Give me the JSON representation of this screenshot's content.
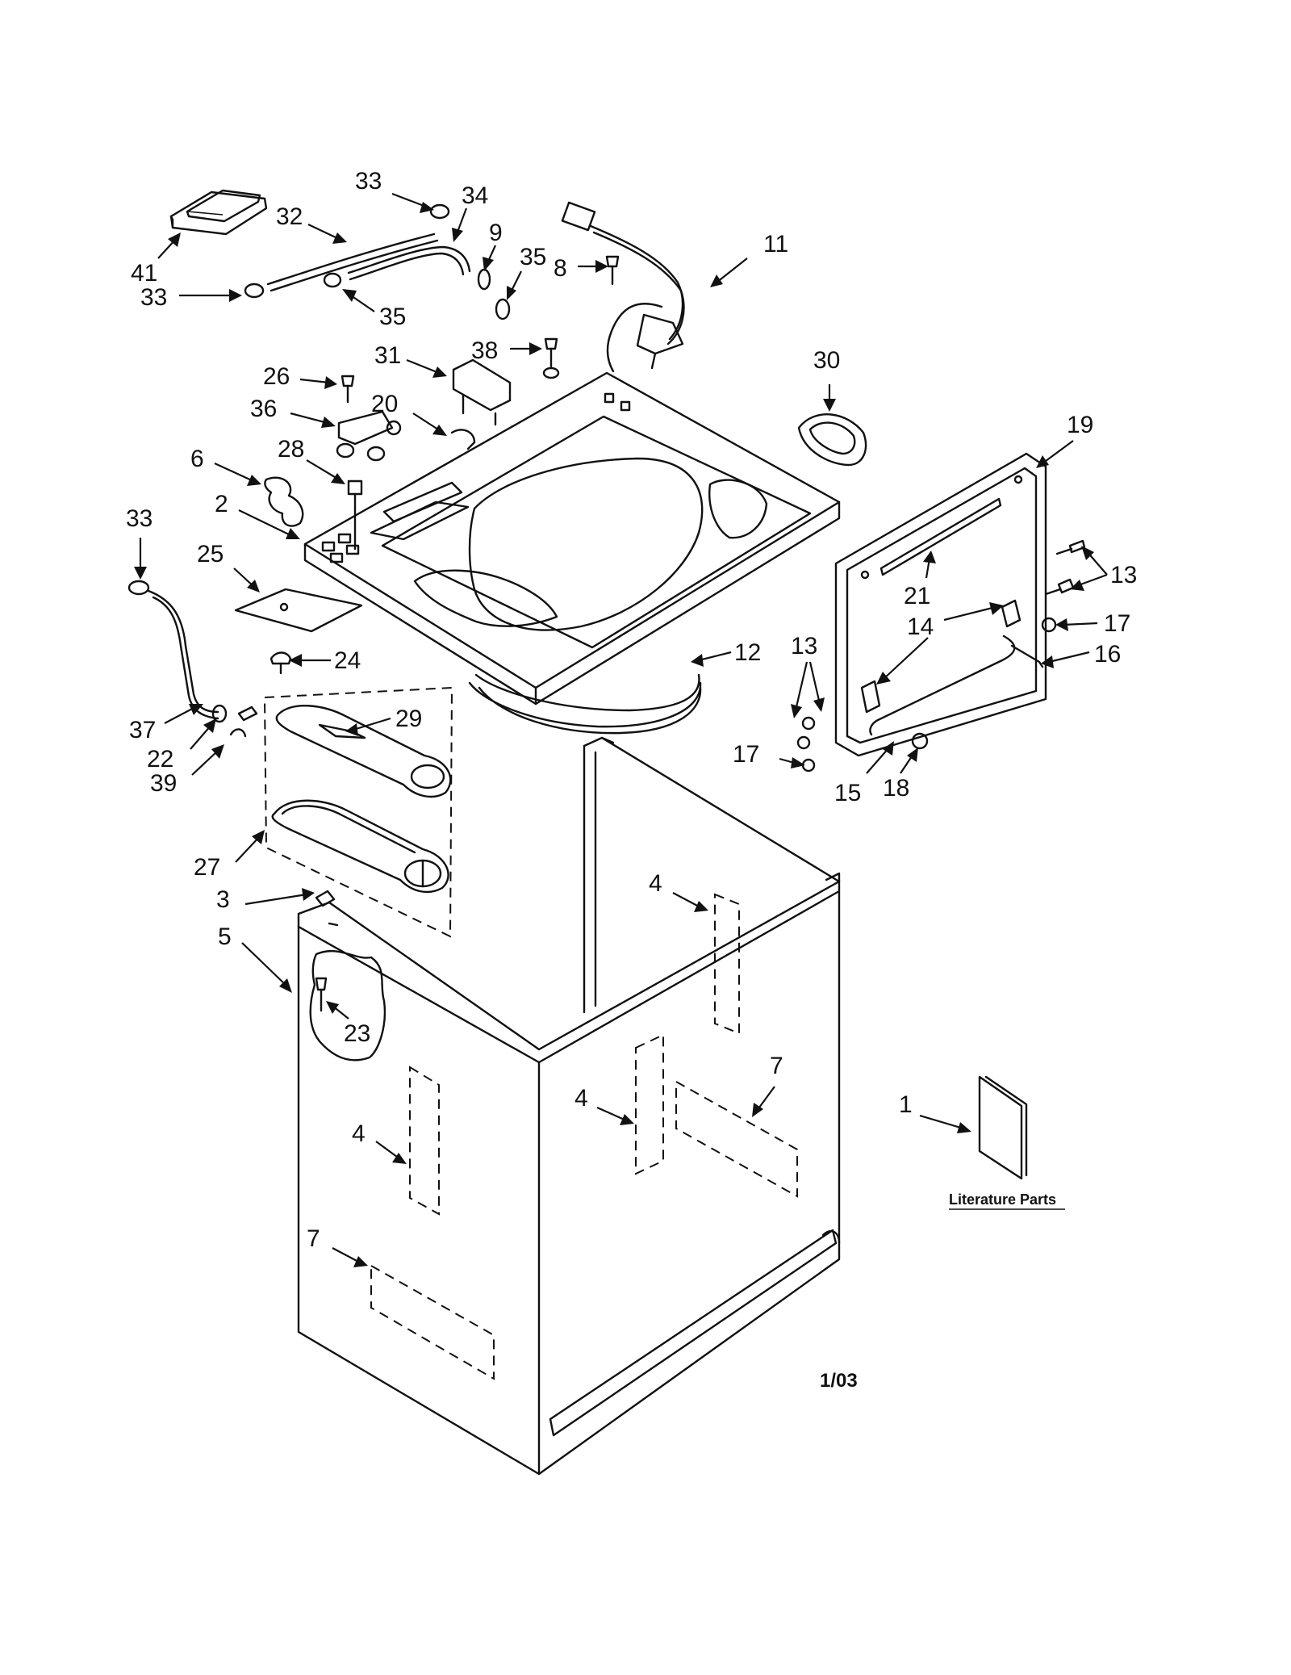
{
  "literature_caption": "Literature Parts",
  "revision_date": "1/03",
  "callouts": [
    {
      "id": "c41",
      "label": "41"
    },
    {
      "id": "c33a",
      "label": "33"
    },
    {
      "id": "c32",
      "label": "32"
    },
    {
      "id": "c33b",
      "label": "33"
    },
    {
      "id": "c34",
      "label": "34"
    },
    {
      "id": "c9",
      "label": "9"
    },
    {
      "id": "c35a",
      "label": "35"
    },
    {
      "id": "c35b",
      "label": "35"
    },
    {
      "id": "c8",
      "label": "8"
    },
    {
      "id": "c11",
      "label": "11"
    },
    {
      "id": "c38",
      "label": "38"
    },
    {
      "id": "c31",
      "label": "31"
    },
    {
      "id": "c30",
      "label": "30"
    },
    {
      "id": "c26",
      "label": "26"
    },
    {
      "id": "c36",
      "label": "36"
    },
    {
      "id": "c20",
      "label": "20"
    },
    {
      "id": "c28",
      "label": "28"
    },
    {
      "id": "c6",
      "label": "6"
    },
    {
      "id": "c2",
      "label": "2"
    },
    {
      "id": "c33c",
      "label": "33"
    },
    {
      "id": "c25",
      "label": "25"
    },
    {
      "id": "c24",
      "label": "24"
    },
    {
      "id": "c19",
      "label": "19"
    },
    {
      "id": "c13a",
      "label": "13"
    },
    {
      "id": "c21",
      "label": "21"
    },
    {
      "id": "c14",
      "label": "14"
    },
    {
      "id": "c17a",
      "label": "17"
    },
    {
      "id": "c16",
      "label": "16"
    },
    {
      "id": "c12",
      "label": "12"
    },
    {
      "id": "c13b",
      "label": "13"
    },
    {
      "id": "c29",
      "label": "29"
    },
    {
      "id": "c37",
      "label": "37"
    },
    {
      "id": "c22",
      "label": "22"
    },
    {
      "id": "c39",
      "label": "39"
    },
    {
      "id": "c17b",
      "label": "17"
    },
    {
      "id": "c15",
      "label": "15"
    },
    {
      "id": "c18",
      "label": "18"
    },
    {
      "id": "c27",
      "label": "27"
    },
    {
      "id": "c3",
      "label": "3"
    },
    {
      "id": "c5",
      "label": "5"
    },
    {
      "id": "c4a",
      "label": "4"
    },
    {
      "id": "c23",
      "label": "23"
    },
    {
      "id": "c4b",
      "label": "4"
    },
    {
      "id": "c7a",
      "label": "7"
    },
    {
      "id": "c4c",
      "label": "4"
    },
    {
      "id": "c1",
      "label": "1"
    },
    {
      "id": "c7b",
      "label": "7"
    }
  ]
}
